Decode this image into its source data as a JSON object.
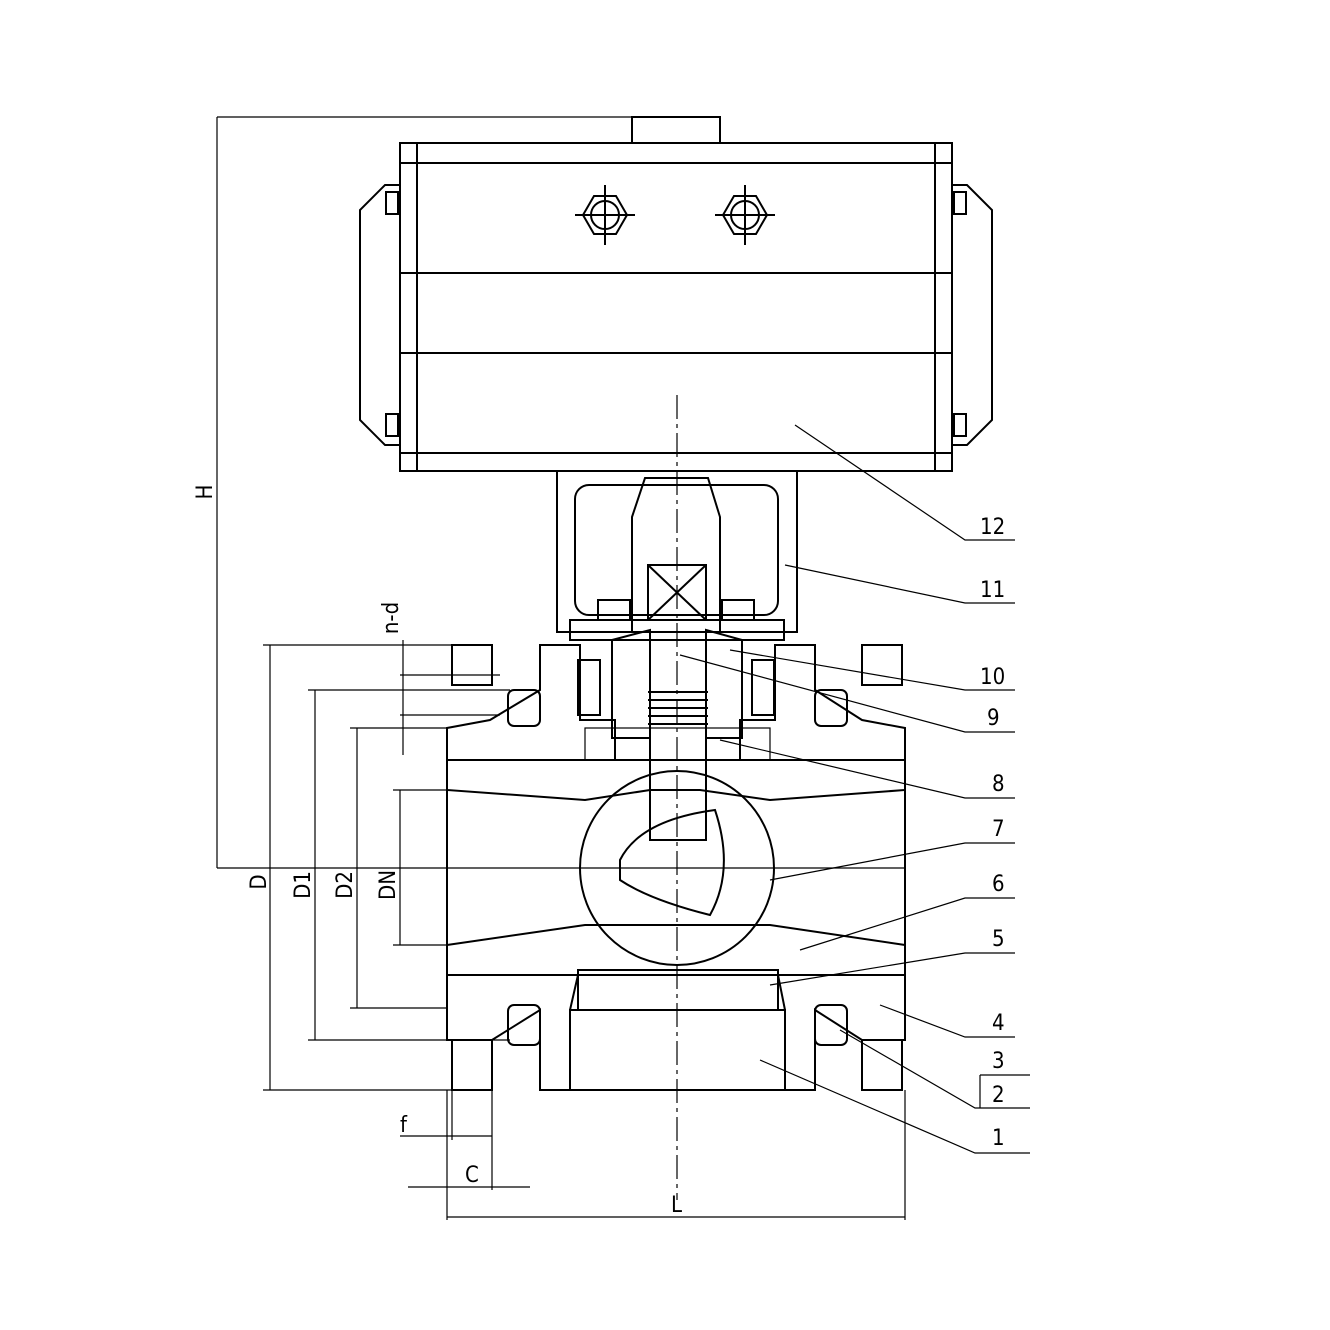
{
  "title": "Pneumatic ball valve sectional drawing",
  "dimensions": {
    "H": "H",
    "D": "D",
    "D1": "D1",
    "D2": "D2",
    "DN": "DN",
    "nd": "n-d",
    "f": "f",
    "C": "C",
    "L": "L"
  },
  "parts": [
    "1",
    "2",
    "3",
    "4",
    "5",
    "6",
    "7",
    "8",
    "9",
    "10",
    "11",
    "12"
  ],
  "colors": {
    "line": "#000000",
    "background": "#ffffff"
  }
}
